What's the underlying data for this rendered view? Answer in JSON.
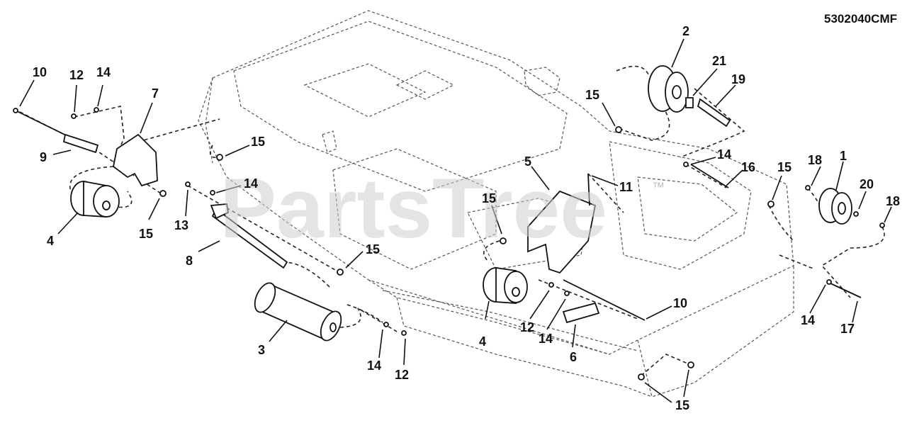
{
  "diagram": {
    "drawing_code": "5302040CMF",
    "watermark": "PartsTree",
    "watermark_tm": "™"
  },
  "callouts": [
    {
      "id": "c1",
      "text": "10"
    },
    {
      "id": "c2",
      "text": "12"
    },
    {
      "id": "c3",
      "text": "14"
    },
    {
      "id": "c4",
      "text": "7"
    },
    {
      "id": "c5",
      "text": "9"
    },
    {
      "id": "c6",
      "text": "4"
    },
    {
      "id": "c7",
      "text": "15"
    },
    {
      "id": "c8",
      "text": "15"
    },
    {
      "id": "c9",
      "text": "13"
    },
    {
      "id": "c10",
      "text": "14"
    },
    {
      "id": "c11",
      "text": "8"
    },
    {
      "id": "c12",
      "text": "15"
    },
    {
      "id": "c13",
      "text": "3"
    },
    {
      "id": "c14",
      "text": "14"
    },
    {
      "id": "c15",
      "text": "12"
    },
    {
      "id": "c16",
      "text": "5"
    },
    {
      "id": "c17",
      "text": "15"
    },
    {
      "id": "c18",
      "text": "11"
    },
    {
      "id": "c19",
      "text": "4"
    },
    {
      "id": "c20",
      "text": "12"
    },
    {
      "id": "c21",
      "text": "14"
    },
    {
      "id": "c22",
      "text": "6"
    },
    {
      "id": "c23",
      "text": "10"
    },
    {
      "id": "c24",
      "text": "2"
    },
    {
      "id": "c25",
      "text": "21"
    },
    {
      "id": "c26",
      "text": "19"
    },
    {
      "id": "c27",
      "text": "15"
    },
    {
      "id": "c28",
      "text": "14"
    },
    {
      "id": "c29",
      "text": "16"
    },
    {
      "id": "c30",
      "text": "15"
    },
    {
      "id": "c31",
      "text": "18"
    },
    {
      "id": "c32",
      "text": "1"
    },
    {
      "id": "c33",
      "text": "20"
    },
    {
      "id": "c34",
      "text": "18"
    },
    {
      "id": "c35",
      "text": "14"
    },
    {
      "id": "c36",
      "text": "17"
    },
    {
      "id": "c37",
      "text": "15"
    }
  ]
}
